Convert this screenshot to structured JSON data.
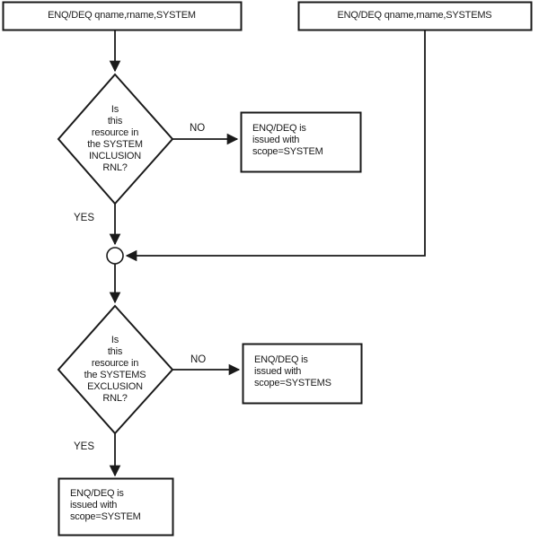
{
  "diagram": {
    "title": "ENQ/DEQ scope resolution flowchart",
    "type": "flowchart",
    "stroke_color": "#1a1a1a",
    "fill_color": "#ffffff",
    "text_color": "#1a1a1a"
  },
  "nodes": {
    "start_system": {
      "shape": "process",
      "label": "ENQ/DEQ qname,rname,SYSTEM"
    },
    "start_systems": {
      "shape": "process",
      "label": "ENQ/DEQ qname,rname,SYSTEMS"
    },
    "decision_inclusion": {
      "shape": "decision",
      "label": "Is\nthis\nresource in\nthe SYSTEM\nINCLUSION\nRNL?"
    },
    "result_scope_system_top": {
      "shape": "process",
      "label": "ENQ/DEQ is\nissued with\nscope=SYSTEM"
    },
    "junction": {
      "shape": "connector",
      "label": ""
    },
    "decision_exclusion": {
      "shape": "decision",
      "label": "Is\nthis\nresource in\nthe SYSTEMS\nEXCLUSION\nRNL?"
    },
    "result_scope_systems": {
      "shape": "process",
      "label": "ENQ/DEQ is\nissued with\nscope=SYSTEMS"
    },
    "result_scope_system_bottom": {
      "shape": "process",
      "label": "ENQ/DEQ is\nissued with\nscope=SYSTEM"
    }
  },
  "edges": {
    "inclusion_no": "NO",
    "inclusion_yes": "YES",
    "exclusion_no": "NO",
    "exclusion_yes": "YES"
  }
}
